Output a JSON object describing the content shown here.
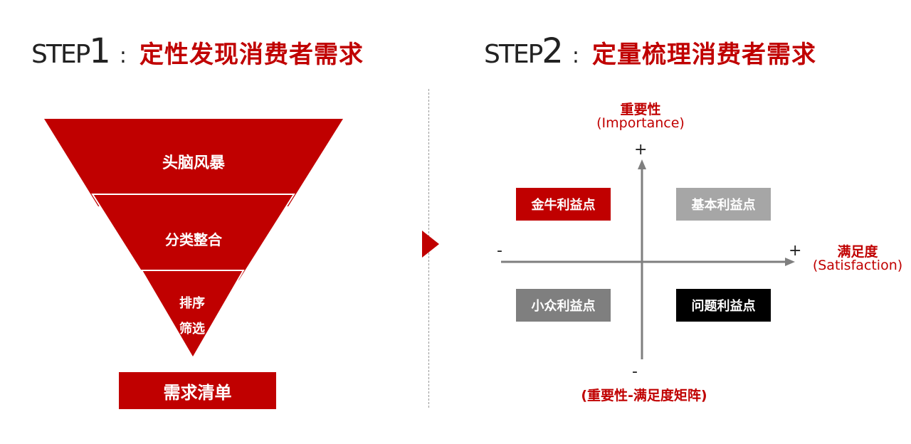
{
  "step1": {
    "word": "STEP",
    "number": "1",
    "colon": ":",
    "title": "定性发现消费者需求",
    "funnel_levels": [
      "头脑风暴",
      "分类整合",
      "排序",
      "筛选"
    ],
    "result": "需求清单"
  },
  "step2": {
    "word": "STEP",
    "number": "2",
    "colon": ":",
    "title": "定量梳理消费者需求",
    "y_axis_label": "重要性",
    "y_axis_label_en": "(Importance)",
    "x_axis_label": "满足度",
    "x_axis_label_en": "(Satisfaction)",
    "plus_top": "+",
    "plus_right": "+",
    "minus_left": "-",
    "minus_bottom": "-",
    "quadrants": {
      "top_left": "金牛利益点",
      "top_right": "基本利益点",
      "bottom_left": "小众利益点",
      "bottom_right": "问题利益点"
    },
    "caption": "(重要性-满足度矩阵)"
  },
  "colors": {
    "brand_red": "#c00000",
    "quadrant_top_right": "#a6a6a6",
    "quadrant_bottom_left": "#7f7f7f",
    "quadrant_bottom_right": "#000000",
    "axis": "#7f7f7f"
  },
  "icons": {
    "arrow": "triangle-right-arrow-icon"
  }
}
